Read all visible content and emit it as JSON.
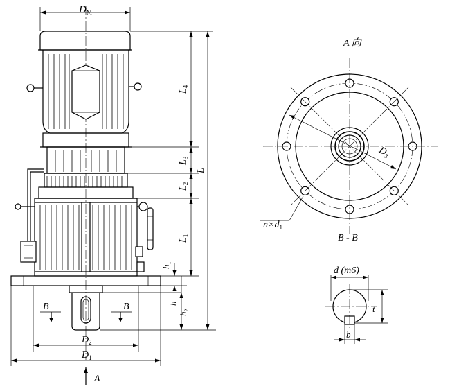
{
  "labels": {
    "dm": "D",
    "dm_sub": "M",
    "l4": "L",
    "l4_sub": "4",
    "l3": "L",
    "l3_sub": "3",
    "l2": "L",
    "l2_sub": "2",
    "l1": "L",
    "l1_sub": "1",
    "l": "L",
    "h1": "h",
    "h1_sub": "1",
    "h": "h",
    "h2": "h",
    "h2_sub": "2",
    "d2": "D",
    "d2_sub": "2",
    "d1": "D",
    "d1_sub": "1",
    "a_arrow": "A",
    "b_left": "B",
    "b_right": "B",
    "a_view": "A 向",
    "d3": "D",
    "d3_sub": "3",
    "holes": "n×d",
    "holes_sub": "1",
    "section": "B - B",
    "shaft_d": "d (m6)",
    "shaft_t": "t",
    "shaft_b": "b"
  }
}
